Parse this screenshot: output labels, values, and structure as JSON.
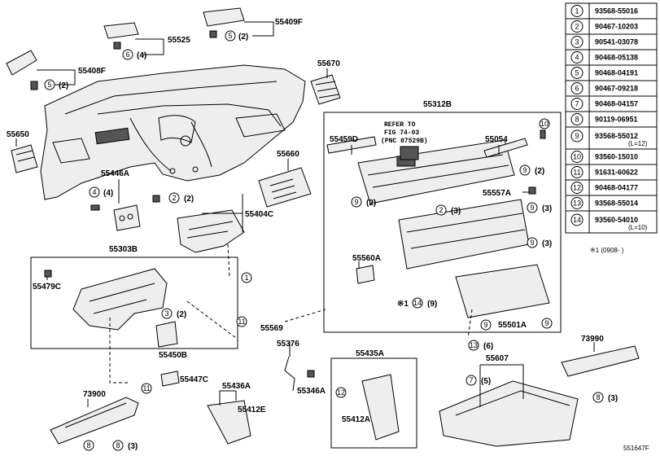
{
  "callouts": [
    {
      "id": "l1",
      "text": "55409F"
    },
    {
      "id": "l2",
      "text": "55525"
    },
    {
      "id": "l3",
      "text": "55408F"
    },
    {
      "id": "l4",
      "text": "55670"
    },
    {
      "id": "l5",
      "text": "55650"
    },
    {
      "id": "l6",
      "text": "55312B"
    },
    {
      "id": "l7",
      "text": "55459D"
    },
    {
      "id": "l8",
      "text": "55054"
    },
    {
      "id": "l9",
      "text": "55660"
    },
    {
      "id": "l10",
      "text": "55446A"
    },
    {
      "id": "l11",
      "text": "55404C"
    },
    {
      "id": "l12",
      "text": "55557A"
    },
    {
      "id": "l13",
      "text": "55303B"
    },
    {
      "id": "l14",
      "text": "55560A"
    },
    {
      "id": "l15",
      "text": "55479C"
    },
    {
      "id": "l16",
      "text": "55569"
    },
    {
      "id": "l17",
      "text": "55501A"
    },
    {
      "id": "l18",
      "text": "55450B"
    },
    {
      "id": "l19",
      "text": "55376"
    },
    {
      "id": "l20",
      "text": "73990"
    },
    {
      "id": "l21",
      "text": "55435A"
    },
    {
      "id": "l22",
      "text": "55607"
    },
    {
      "id": "l23",
      "text": "55447C"
    },
    {
      "id": "l24",
      "text": "73900"
    },
    {
      "id": "l25",
      "text": "55436A"
    },
    {
      "id": "l26",
      "text": "55346A"
    },
    {
      "id": "l27",
      "text": "55412E"
    },
    {
      "id": "l28",
      "text": "55412A"
    }
  ],
  "qty_labels": [
    {
      "id": "q1",
      "text": "(2)"
    },
    {
      "id": "q2",
      "text": "(4)"
    },
    {
      "id": "q3",
      "text": "(2)"
    },
    {
      "id": "q4",
      "text": "(4)"
    },
    {
      "id": "q5",
      "text": "(2)"
    },
    {
      "id": "q6",
      "text": "(2)"
    },
    {
      "id": "q7",
      "text": "(2)"
    },
    {
      "id": "q8",
      "text": "(3)"
    },
    {
      "id": "q9",
      "text": "(3)"
    },
    {
      "id": "q10",
      "text": "(3)"
    },
    {
      "id": "q11",
      "text": "(2)"
    },
    {
      "id": "q12",
      "text": "(9)"
    },
    {
      "id": "q13",
      "text": "(6)"
    },
    {
      "id": "q14",
      "text": "(5)"
    },
    {
      "id": "q15",
      "text": "(3)"
    },
    {
      "id": "q16",
      "text": "(3)"
    }
  ],
  "note_lines": [
    "REFER TO",
    "FIG 74-03",
    "(PNC 87529B)"
  ],
  "star_mark": "※1",
  "footnote": "※1 (0908-      )",
  "figure_code": "551647F",
  "parts_table": [
    {
      "num": "1",
      "part": "93568-55016",
      "note": ""
    },
    {
      "num": "2",
      "part": "90467-10203",
      "note": ""
    },
    {
      "num": "3",
      "part": "90541-03078",
      "note": ""
    },
    {
      "num": "4",
      "part": "90468-05138",
      "note": ""
    },
    {
      "num": "5",
      "part": "90468-04191",
      "note": ""
    },
    {
      "num": "6",
      "part": "90467-09218",
      "note": ""
    },
    {
      "num": "7",
      "part": "90468-04157",
      "note": ""
    },
    {
      "num": "8",
      "part": "90119-06951",
      "note": ""
    },
    {
      "num": "9",
      "part": "93568-55012",
      "note": "(L=12)"
    },
    {
      "num": "10",
      "part": "93560-15010",
      "note": ""
    },
    {
      "num": "11",
      "part": "91631-60622",
      "note": ""
    },
    {
      "num": "12",
      "part": "90468-04177",
      "note": ""
    },
    {
      "num": "13",
      "part": "93568-55014",
      "note": ""
    },
    {
      "num": "14",
      "part": "93560-54010",
      "note": "(L=10)"
    }
  ]
}
